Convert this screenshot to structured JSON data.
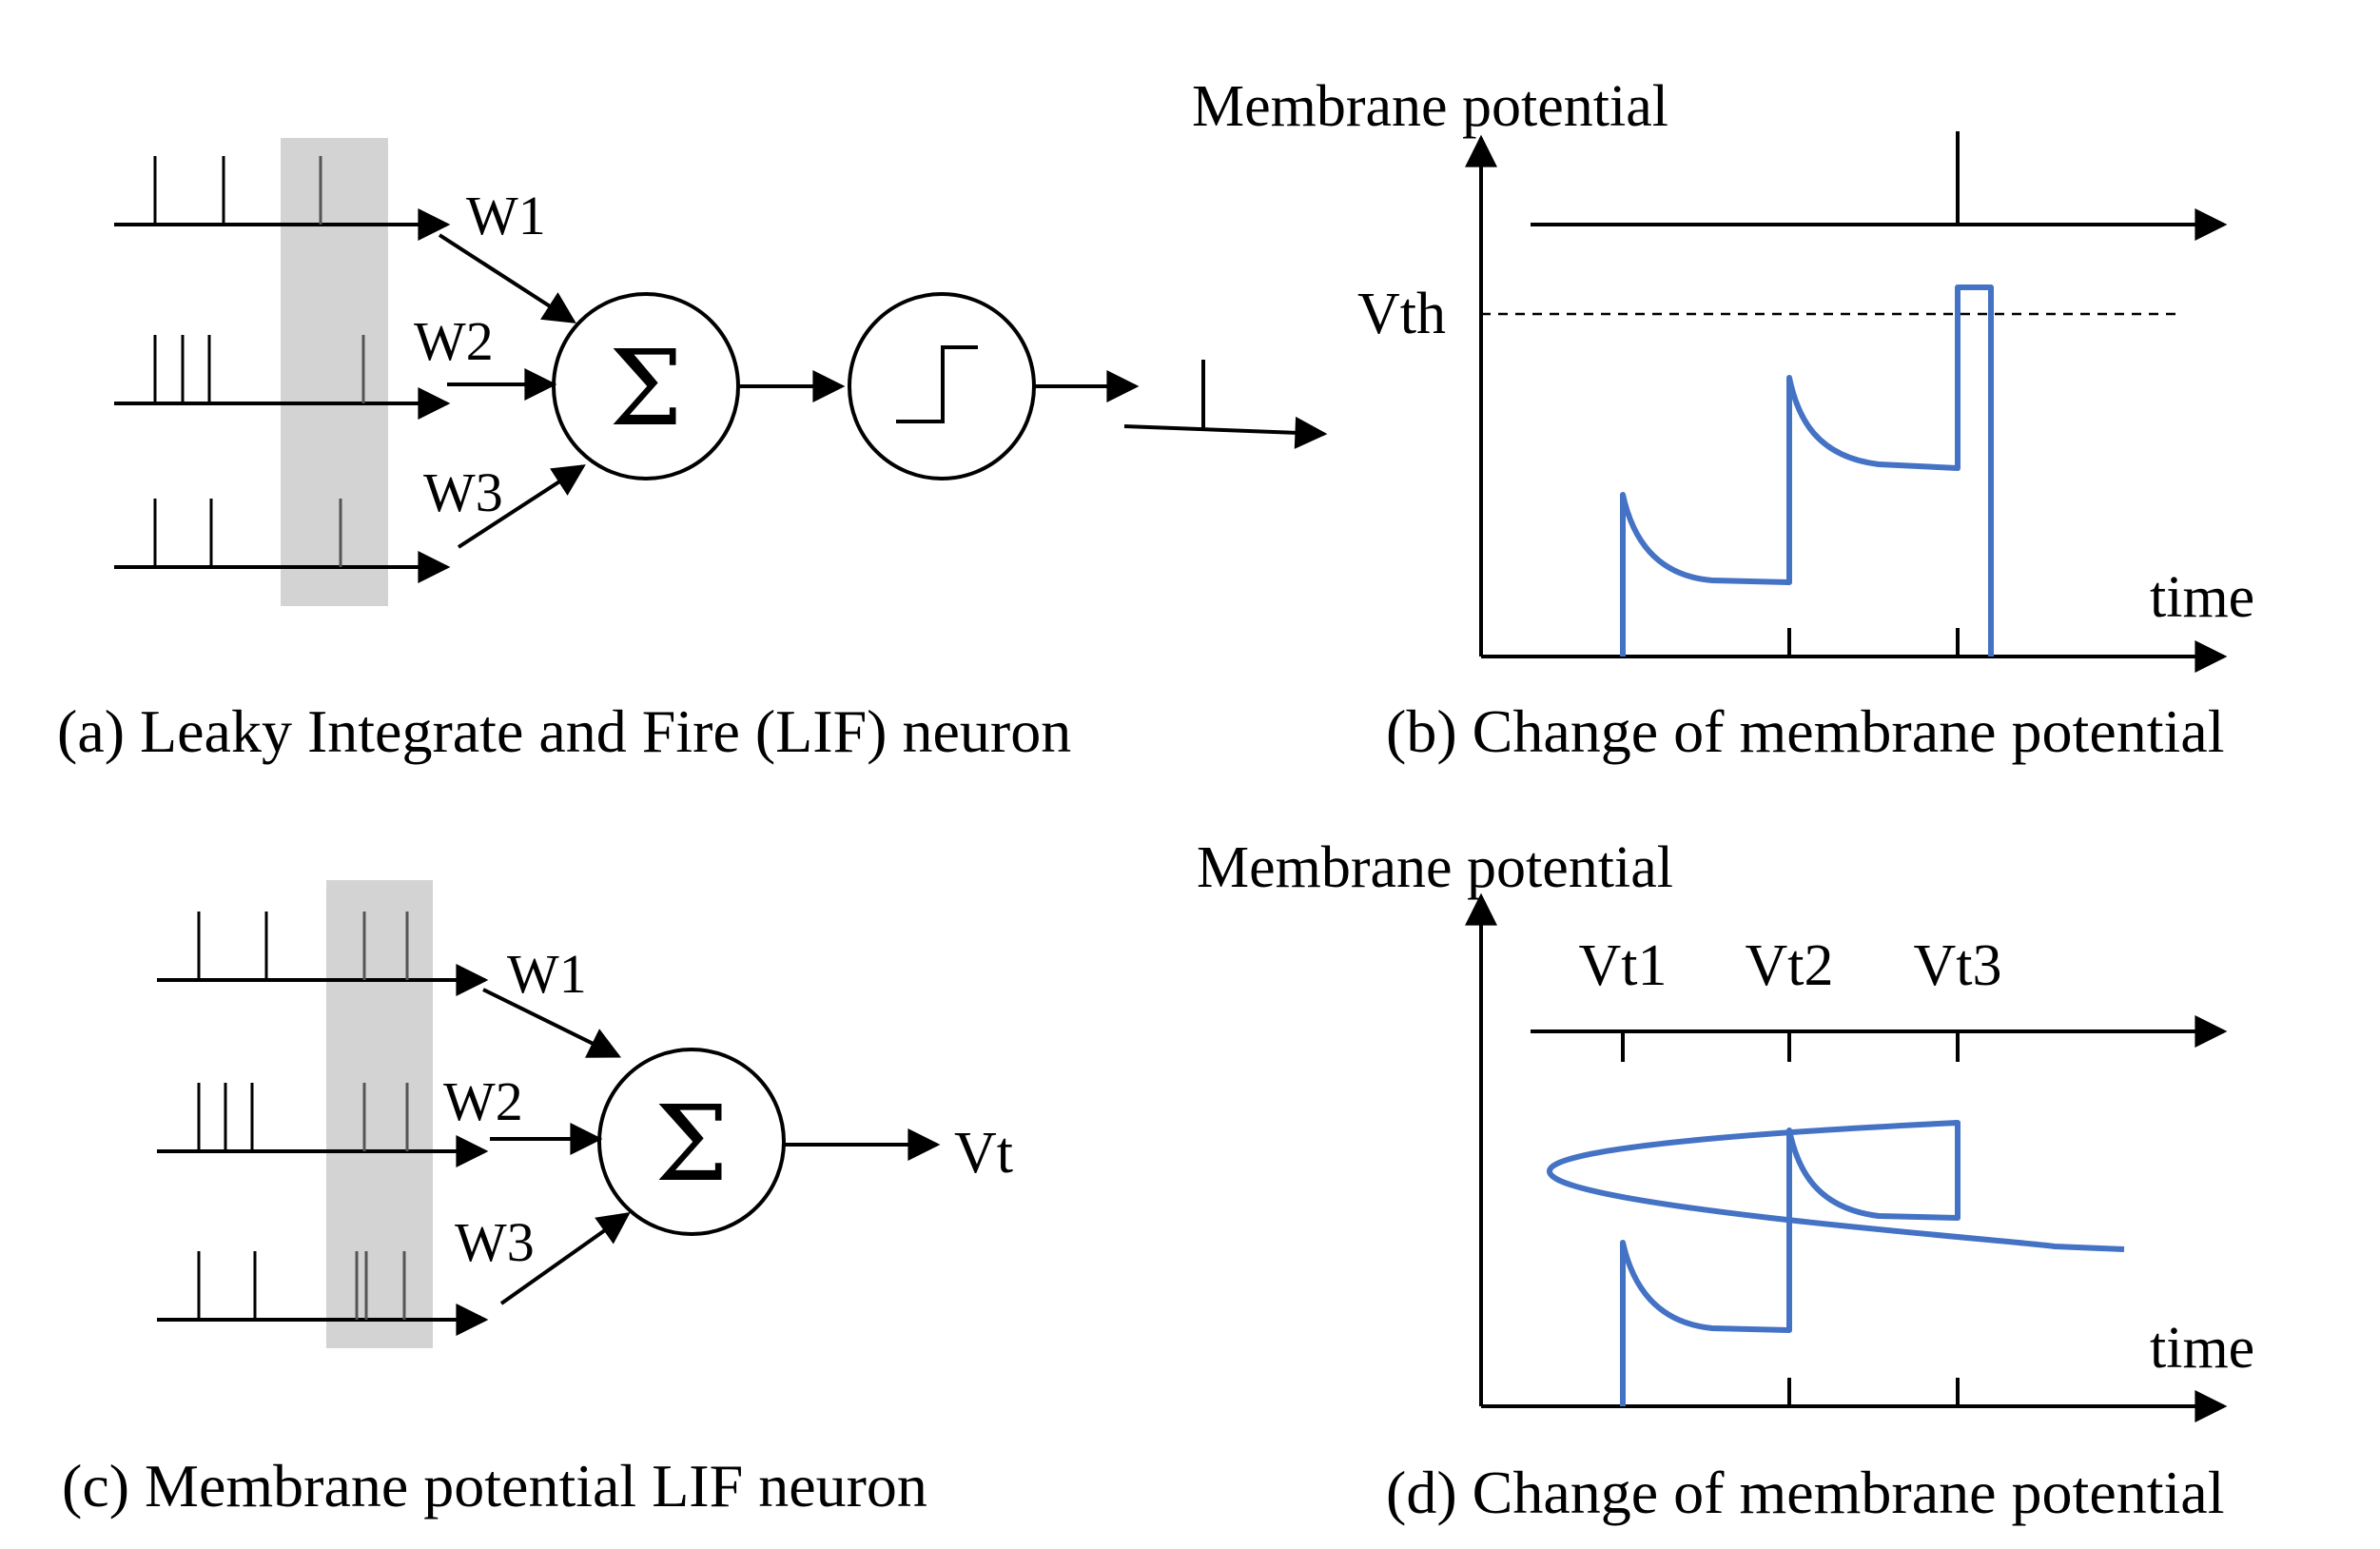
{
  "panels": {
    "a": {
      "caption": "(a) Leaky Integrate and Fire (LIF) neuron",
      "weights": [
        "W1",
        "W2",
        "W3"
      ],
      "sum_symbol": "Σ"
    },
    "b": {
      "caption": "(b) Change of membrane potential",
      "y_label": "Membrane potential",
      "x_label": "time",
      "threshold_label": "Vth"
    },
    "c": {
      "caption": "(c) Membrane potential LIF neuron",
      "weights": [
        "W1",
        "W2",
        "W3"
      ],
      "sum_symbol": "Σ",
      "output_label": "Vt"
    },
    "d": {
      "caption": "(d) Change of membrane potential",
      "y_label": "Membrane potential",
      "x_label": "time",
      "tick_labels": [
        "Vt1",
        "Vt2",
        "Vt3"
      ]
    }
  },
  "colors": {
    "potential_curve": "#4472c4",
    "window_shade": "#d3d3d3",
    "ink": "#000000"
  }
}
